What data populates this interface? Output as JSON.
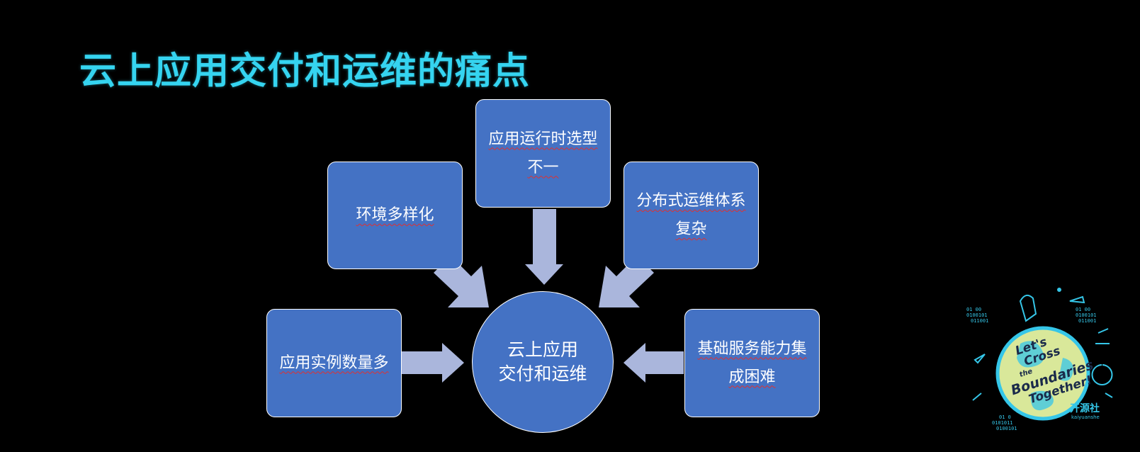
{
  "title": "云上应用交付和运维的痛点",
  "diagram": {
    "center": {
      "line1": "云上应用",
      "line2": "交付和运维"
    },
    "nodes": [
      {
        "id": "env",
        "text": "环境多样化"
      },
      {
        "id": "runtime",
        "text": "应用运行时选型不一"
      },
      {
        "id": "distributed",
        "text": "分布式运维体系复杂"
      },
      {
        "id": "instances",
        "text": "应用实例数量多"
      },
      {
        "id": "infra",
        "text": "基础服务能力集成困难"
      }
    ]
  },
  "logo": {
    "lines": [
      "Let's",
      "Cross",
      "the",
      "Boundaries",
      "Together!"
    ],
    "brand": "开源社",
    "brand_sub": "kaiyuanshe",
    "accent": "#35c6e8",
    "globe_color": "#d9e89a"
  },
  "colors": {
    "title": "#35d4f0",
    "node": "#4472c4",
    "arrow": "#aab6dc"
  }
}
